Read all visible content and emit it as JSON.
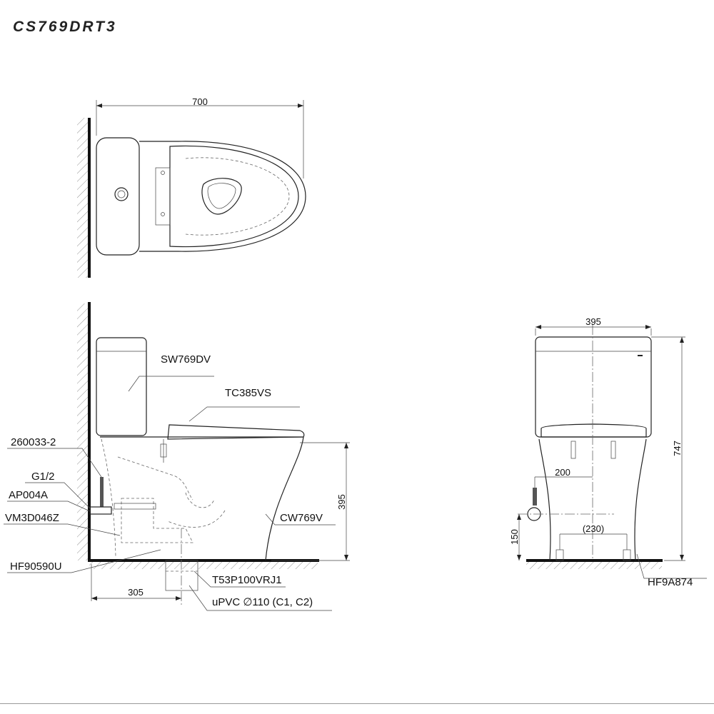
{
  "model": "CS769DRT3",
  "top_view": {
    "width_dim": "700"
  },
  "side_view": {
    "parts": {
      "tank": "SW769DV",
      "seat": "TC385VS",
      "bowl": "CW769V",
      "hose": "260033-2",
      "thread": "G1/2",
      "valve": "AP004A",
      "valve_set": "VM3D046Z",
      "bolt": "HF90590U",
      "flange": "T53P100VRJ1",
      "pipe": "uPVC ∅110 (C1, C2)"
    },
    "dims": {
      "height": "395",
      "rough_in": "305"
    }
  },
  "front_view": {
    "dims": {
      "width": "395",
      "total_height": "747",
      "supply_offset": "200",
      "supply_height": "150",
      "bolt_spacing": "(230)"
    },
    "parts": {
      "bolt": "HF9A874"
    }
  }
}
